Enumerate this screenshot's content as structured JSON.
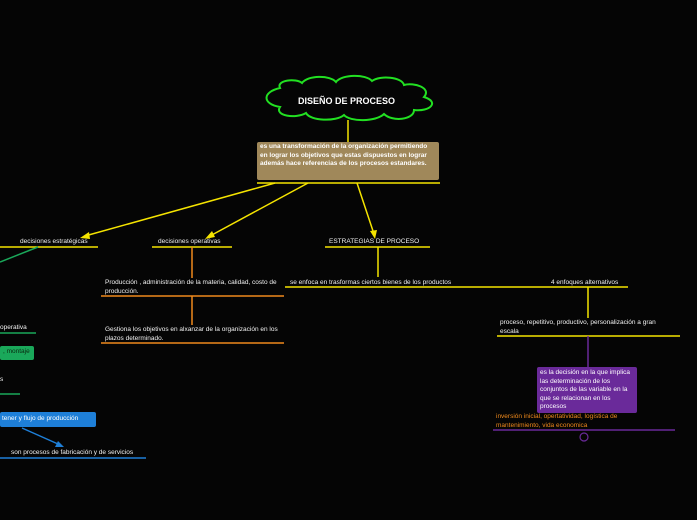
{
  "colors": {
    "background": "#050505",
    "root_outline": "#22e022",
    "yellow": "#f5e400",
    "orange": "#f08a1c",
    "purple": "#6a2a9a",
    "green": "#1aa85a",
    "blue": "#1e7fd8",
    "tan_box": "#a0885a"
  },
  "root": {
    "title": "DISEÑO DE PROCESO"
  },
  "definition": {
    "text": "es una transformación de la organización permitiendo en lograr los objetivos que estas dispuestos en lograr además hace referencias de los procesos estandares."
  },
  "branches": {
    "estrategicas": "decisiones estratégicas",
    "operativas": "decisiones operativas",
    "estrategias": "ESTRATEGIAS DE PROCESO"
  },
  "operativas_children": {
    "produccion": "Producción , administración de la materia, calidad, costo de producción.",
    "gestiona": "Gestiona los objetivos en alxanzar de la organización en los plazos determinado."
  },
  "estrategias_children": {
    "enfoca": "se enfoca en trasformas ciertos bienes de los productos",
    "enfoques": "4 enfoques alternativos",
    "proceso": "proceso, repetitivo, productivo, personalización a gran escala",
    "decision": "es la decisión en la que implica las determinación de los conjuntos de las variable en la que se relacionan en los procesos",
    "inversion": "inversión inicial, opertatividad, logística de mantenimiento, vida economica"
  },
  "left_partial": {
    "operativa": "operativa",
    "montaje": ", montaje",
    "s": "s",
    "obtener": "tener y flujo de producción",
    "fabricacion": "son procesos de fabricación y de servicios"
  }
}
